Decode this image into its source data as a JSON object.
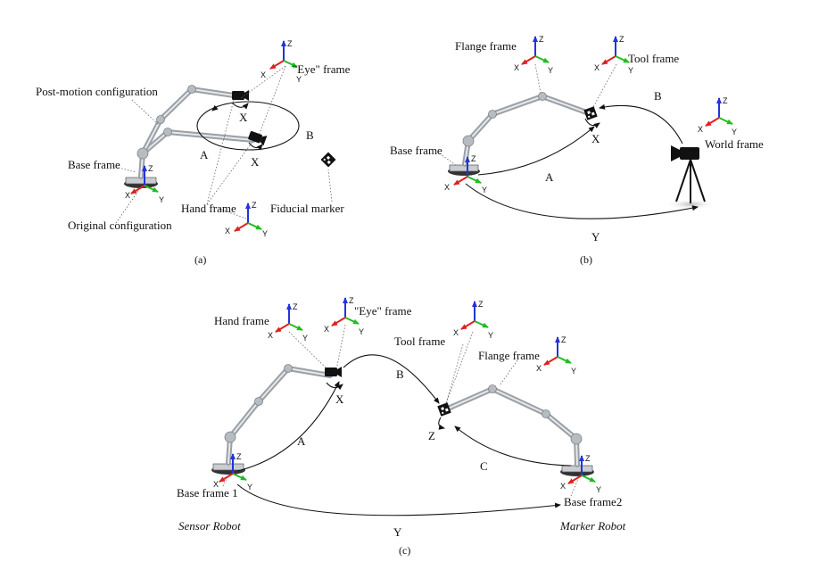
{
  "panel_a": {
    "caption": "(a)",
    "labels": {
      "post_motion": "Post-motion configuration",
      "base_frame": "Base frame",
      "original_config": "Original configuration",
      "hand_frame": "Hand frame",
      "fiducial_marker": "Fiducial marker",
      "eye_frame": "\"Eye\" frame",
      "A": "A",
      "B": "B",
      "X_top": "X",
      "X_bottom": "X"
    }
  },
  "panel_b": {
    "caption": "(b)",
    "labels": {
      "flange_frame": "Flange frame",
      "tool_frame": "Tool frame",
      "base_frame": "Base frame",
      "world_frame": "World frame",
      "A": "A",
      "B": "B",
      "X": "X",
      "Y": "Y"
    }
  },
  "panel_c": {
    "caption": "(c)",
    "labels": {
      "hand_frame": "Hand frame",
      "eye_frame": "\"Eye\" frame",
      "tool_frame": "Tool frame",
      "flange_frame": "Flange frame",
      "base_frame_1": "Base frame 1",
      "base_frame_2": "Base frame2",
      "sensor_robot": "Sensor Robot",
      "marker_robot": "Marker Robot",
      "A": "A",
      "B": "B",
      "C": "C",
      "X": "X",
      "Y": "Y",
      "Z": "Z"
    }
  },
  "axis_letters": {
    "x": "X",
    "y": "Y",
    "z": "Z"
  },
  "colors": {
    "x_axis": "#e02020",
    "y_axis": "#22bb22",
    "z_axis": "#2233dd",
    "ink": "#111111",
    "metal": "#9aa0a6"
  }
}
